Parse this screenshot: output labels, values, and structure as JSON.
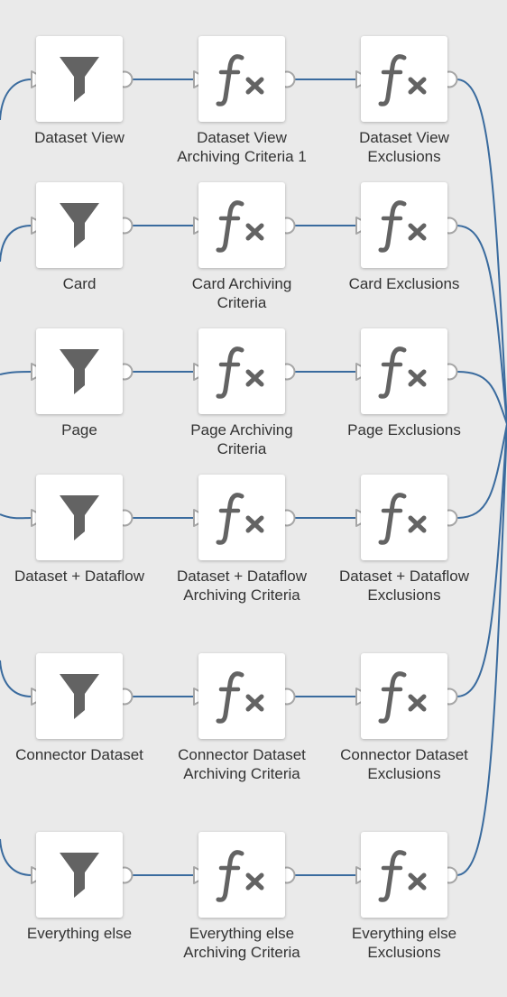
{
  "colors": {
    "background": "#eaeaea",
    "node": "#ffffff",
    "icon": "#636363",
    "link": "#3a6b9e",
    "port": "#a6a6a6"
  },
  "rows": [
    {
      "filter": {
        "label": [
          "Dataset View"
        ],
        "icon": "funnel-icon"
      },
      "criteria": {
        "label": [
          "Dataset View",
          "Archiving Criteria 1"
        ],
        "icon": "function-icon"
      },
      "exclusions": {
        "label": [
          "Dataset View",
          "Exclusions"
        ],
        "icon": "function-icon"
      }
    },
    {
      "filter": {
        "label": [
          "Card"
        ],
        "icon": "funnel-icon"
      },
      "criteria": {
        "label": [
          "Card Archiving",
          "Criteria"
        ],
        "icon": "function-icon"
      },
      "exclusions": {
        "label": [
          "Card Exclusions"
        ],
        "icon": "function-icon"
      }
    },
    {
      "filter": {
        "label": [
          "Page"
        ],
        "icon": "funnel-icon"
      },
      "criteria": {
        "label": [
          "Page Archiving",
          "Criteria"
        ],
        "icon": "function-icon"
      },
      "exclusions": {
        "label": [
          "Page Exclusions"
        ],
        "icon": "function-icon"
      }
    },
    {
      "filter": {
        "label": [
          "Dataset + Dataflow"
        ],
        "icon": "funnel-icon"
      },
      "criteria": {
        "label": [
          "Dataset + Dataflow",
          "Archiving Criteria"
        ],
        "icon": "function-icon"
      },
      "exclusions": {
        "label": [
          "Dataset + Dataflow",
          "Exclusions"
        ],
        "icon": "function-icon"
      }
    },
    {
      "filter": {
        "label": [
          "Connector Dataset"
        ],
        "icon": "funnel-icon"
      },
      "criteria": {
        "label": [
          "Connector Dataset",
          "Archiving Criteria"
        ],
        "icon": "function-icon"
      },
      "exclusions": {
        "label": [
          "Connector Dataset",
          "Exclusions"
        ],
        "icon": "function-icon"
      }
    },
    {
      "filter": {
        "label": [
          "Everything else"
        ],
        "icon": "funnel-icon"
      },
      "criteria": {
        "label": [
          "Everything else",
          "Archiving Criteria"
        ],
        "icon": "function-icon"
      },
      "exclusions": {
        "label": [
          "Everything else",
          "Exclusions"
        ],
        "icon": "function-icon"
      }
    }
  ]
}
